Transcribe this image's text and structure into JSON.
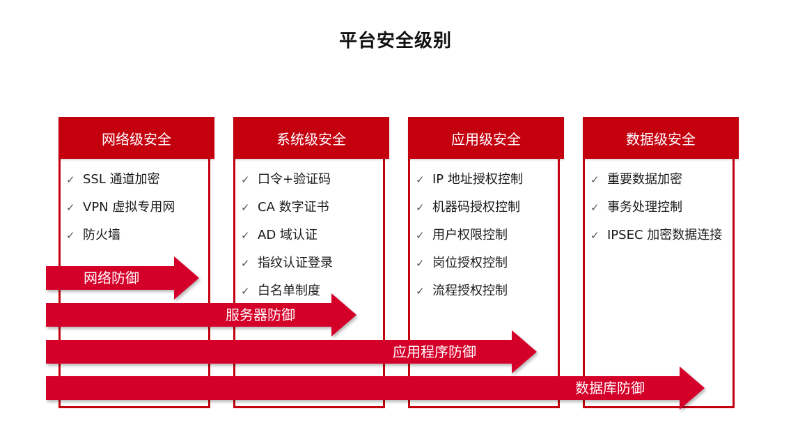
{
  "title": "平台安全级别",
  "colors": {
    "accent": "#c4000f",
    "arrow": "#d5002a"
  },
  "columns": [
    {
      "header": "网络级安全",
      "items": [
        "SSL 通道加密",
        "VPN 虚拟专用网",
        "防火墙"
      ]
    },
    {
      "header": "系统级安全",
      "items": [
        "口令+验证码",
        "CA 数字证书",
        "AD 域认证",
        "指纹认证登录",
        "白名单制度"
      ]
    },
    {
      "header": "应用级安全",
      "items": [
        "IP 地址授权控制",
        "机器码授权控制",
        "用户权限控制",
        "岗位授权控制",
        "流程授权控制"
      ]
    },
    {
      "header": "数据级安全",
      "items": [
        "重要数据加密",
        "事务处理控制",
        "IPSEC 加密数据连接"
      ]
    }
  ],
  "check_glyph": "✓",
  "arrows": [
    {
      "label": "网络防御"
    },
    {
      "label": "服务器防御"
    },
    {
      "label": "应用程序防御"
    },
    {
      "label": "数据库防御"
    }
  ]
}
